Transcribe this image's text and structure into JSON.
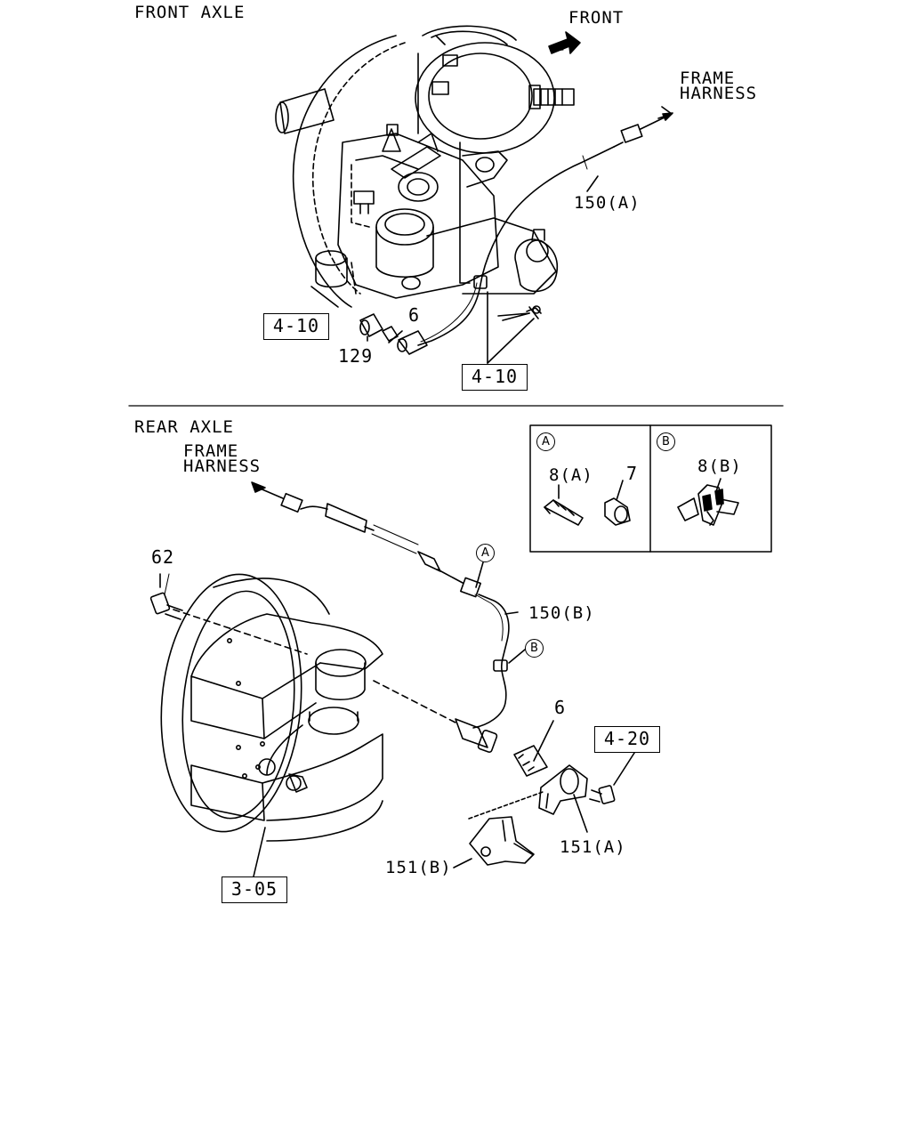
{
  "front": {
    "section_title": "FRONT AXLE",
    "front_arrow_label": "FRONT",
    "frame_harness_line1": "FRAME",
    "frame_harness_line2": "HARNESS",
    "part_150a": "150(A)",
    "ref_box_left": "4-10",
    "ref_box_bottom": "4-10",
    "part_6": "6",
    "part_129": "129"
  },
  "rear": {
    "section_title": "REAR AXLE",
    "frame_harness_line1": "FRAME",
    "frame_harness_line2": "HARNESS",
    "part_62": "62",
    "part_150b": "150(B)",
    "marker_a": "A",
    "marker_b": "B",
    "part_6": "6",
    "ref_box_420": "4-20",
    "part_151a": "151(A)",
    "part_151b": "151(B)",
    "ref_box_305": "3-05"
  },
  "detail": {
    "panel_a_marker": "A",
    "panel_b_marker": "B",
    "part_8a": "8(A)",
    "part_7": "7",
    "part_8b": "8(B)"
  }
}
